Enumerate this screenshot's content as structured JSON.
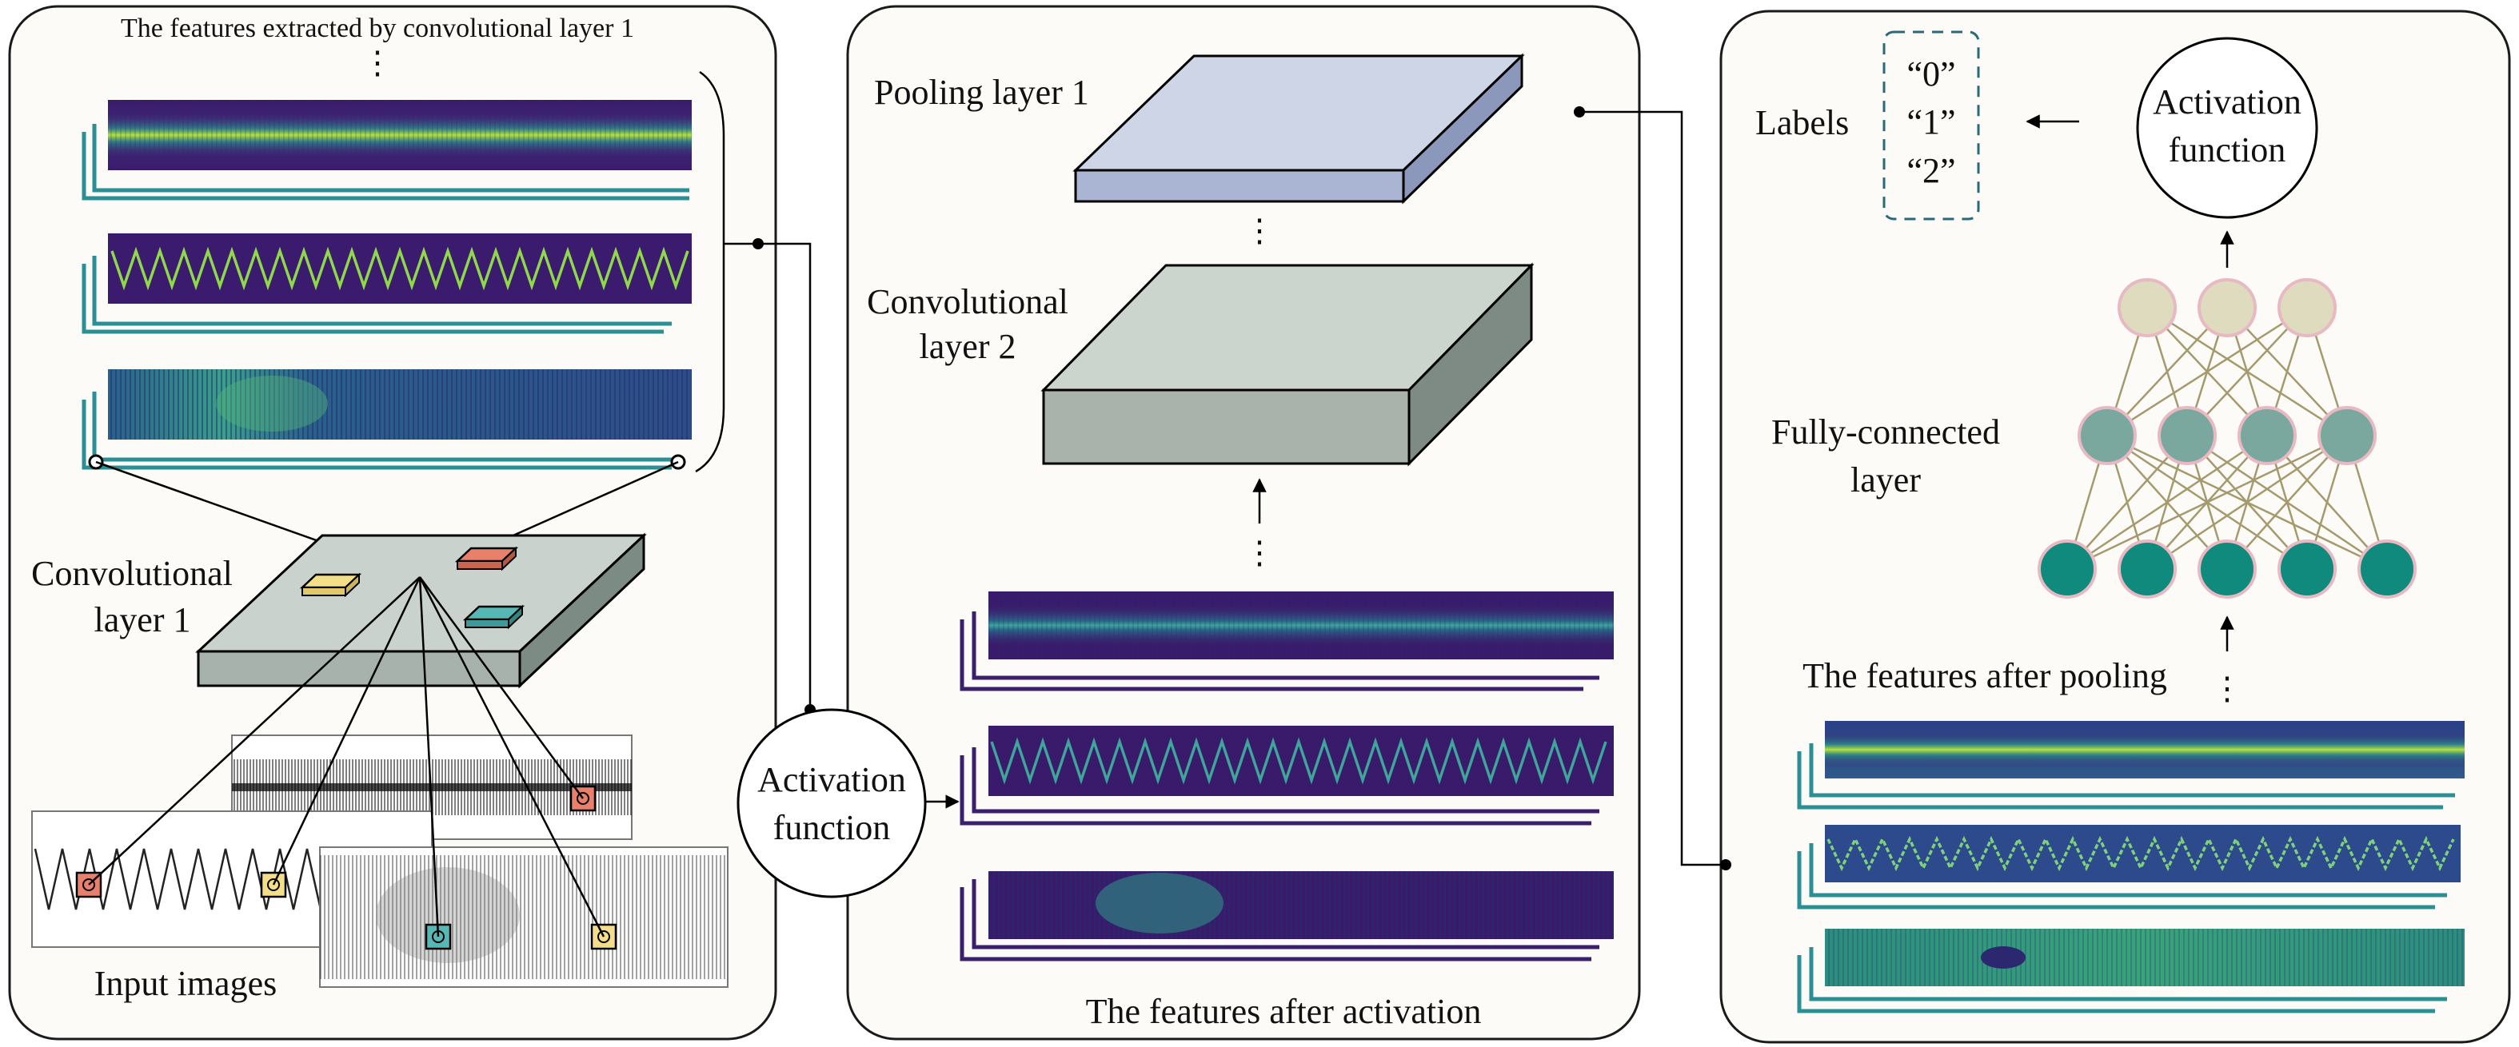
{
  "panels": {
    "left": {
      "features_title": "The features extracted by convolutional layer 1",
      "conv_layer_label_line1": "Convolutional",
      "conv_layer_label_line2": "layer 1",
      "input_images_label": "Input images",
      "ellipsis": "⋮"
    },
    "middle": {
      "pooling_label": "Pooling layer 1",
      "conv2_label_line1": "Convolutional",
      "conv2_label_line2": "layer 2",
      "activation_line1": "Activation",
      "activation_line2": "function",
      "features_after_activation": "The features after activation",
      "ellipsis": "⋮"
    },
    "right": {
      "labels_title": "Labels",
      "label_values": [
        "“0”",
        "“1”",
        "“2”"
      ],
      "activation_line1": "Activation",
      "activation_line2": "function",
      "fc_line1": "Fully-connected",
      "fc_line2": "layer",
      "features_after_pooling": "The features after pooling",
      "ellipsis": "⋮"
    }
  },
  "neural_net": {
    "layer_sizes": [
      5,
      4,
      3
    ],
    "colors": [
      "#0f8a7c",
      "#7aa89f",
      "#dedbbf"
    ],
    "node_stroke": "#e8b9c2",
    "edge_color": "#a59a6e"
  },
  "colors": {
    "feature_bg": "#3e1f6e",
    "feature_signal": "#a7e62f",
    "feature_stack_line": "#2b8f96",
    "activation_stack_line": "#3a1f6e",
    "pooling_top": "#cdd5e6",
    "pooling_side": "#8b98bb",
    "conv_top": "#c9d2cc",
    "conv_front": "#a6b2ab",
    "conv_side": "#7c8b83",
    "kernel_orange": "#e8806b",
    "kernel_yellow": "#f5de8a",
    "kernel_teal": "#57b7b5"
  }
}
